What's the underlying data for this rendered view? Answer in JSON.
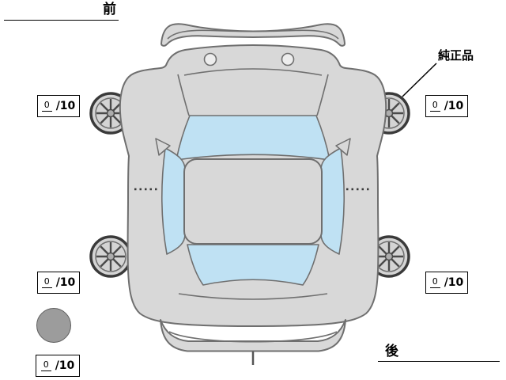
{
  "labels": {
    "front": "前",
    "rear": "後",
    "genuine_part": "純正品"
  },
  "tire_scores": {
    "front_left": {
      "value": "0",
      "suffix": "/10"
    },
    "front_right": {
      "value": "0",
      "suffix": "/10"
    },
    "rear_left": {
      "value": "0",
      "suffix": "/10"
    },
    "rear_right": {
      "value": "0",
      "suffix": "/10"
    },
    "spare": {
      "value": "0",
      "suffix": "/10"
    }
  },
  "colors": {
    "background": "#ffffff",
    "body_fill": "#d8d8d8",
    "body_outline": "#6f6f6f",
    "glass_fill": "#bfe1f3",
    "wheel_fill": "#d4d4d4",
    "wheel_outline": "#3a3a3a",
    "spare_fill": "#9c9c9c",
    "box_border": "#000000",
    "label_color": "#000000"
  }
}
